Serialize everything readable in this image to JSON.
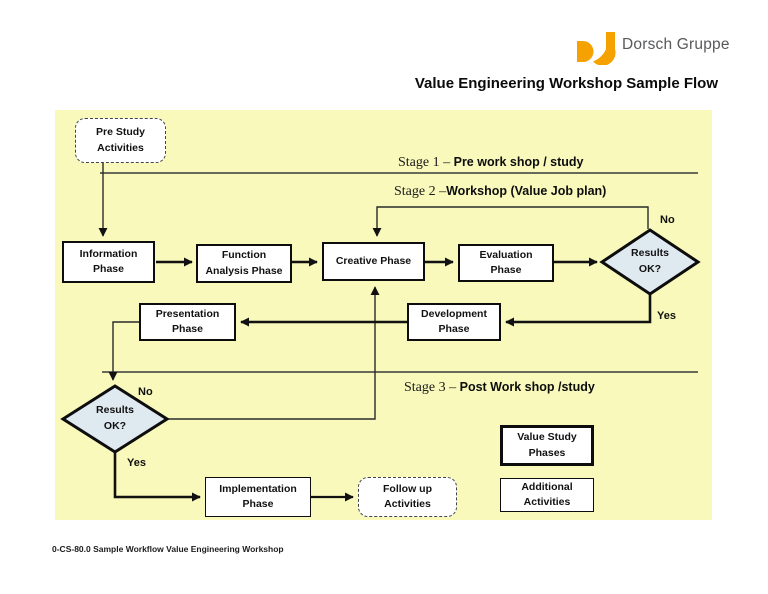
{
  "header": {
    "logo_text": "Dorsch Gruppe",
    "title": "Value Engineering Workshop Sample Flow"
  },
  "stages": {
    "stage1": {
      "prefix": "Stage 1 – ",
      "label": "Pre work shop / study"
    },
    "stage2": {
      "prefix": "Stage 2 –",
      "label": "Workshop (Value Job plan)"
    },
    "stage3": {
      "prefix": "Stage 3 – ",
      "label": "Post Work shop /study"
    }
  },
  "nodes": {
    "pre_study": {
      "line1": "Pre Study",
      "line2": "Activities"
    },
    "information": {
      "line1": "Information",
      "line2": "Phase"
    },
    "function_analysis": {
      "line1": "Function",
      "line2": "Analysis Phase"
    },
    "creative": {
      "label": "Creative Phase"
    },
    "evaluation": {
      "line1": "Evaluation",
      "line2": "Phase"
    },
    "results_top": {
      "line1": "Results",
      "line2": "OK?"
    },
    "development": {
      "line1": "Development",
      "line2": "Phase"
    },
    "presentation": {
      "line1": "Presentation",
      "line2": "Phase"
    },
    "results_bottom": {
      "line1": "Results",
      "line2": "OK?"
    },
    "implementation": {
      "line1": "Implementation",
      "line2": "Phase"
    },
    "follow_up": {
      "line1": "Follow up",
      "line2": "Activities"
    }
  },
  "labels": {
    "no_top": "No",
    "yes_top": "Yes",
    "no_bottom": "No",
    "yes_bottom": "Yes"
  },
  "legend": {
    "value_study": {
      "line1": "Value Study",
      "line2": "Phases"
    },
    "additional": {
      "line1": "Additional",
      "line2": "Activities"
    }
  },
  "footer": {
    "caption": "0-CS-80.0 Sample Workflow Value Engineering Workshop"
  },
  "colors": {
    "canvas_bg": "#F8F9BB",
    "diamond_fill": "#DFE9F0",
    "logo_orange": "#F5A200",
    "logo_text_gray": "#58595B"
  }
}
